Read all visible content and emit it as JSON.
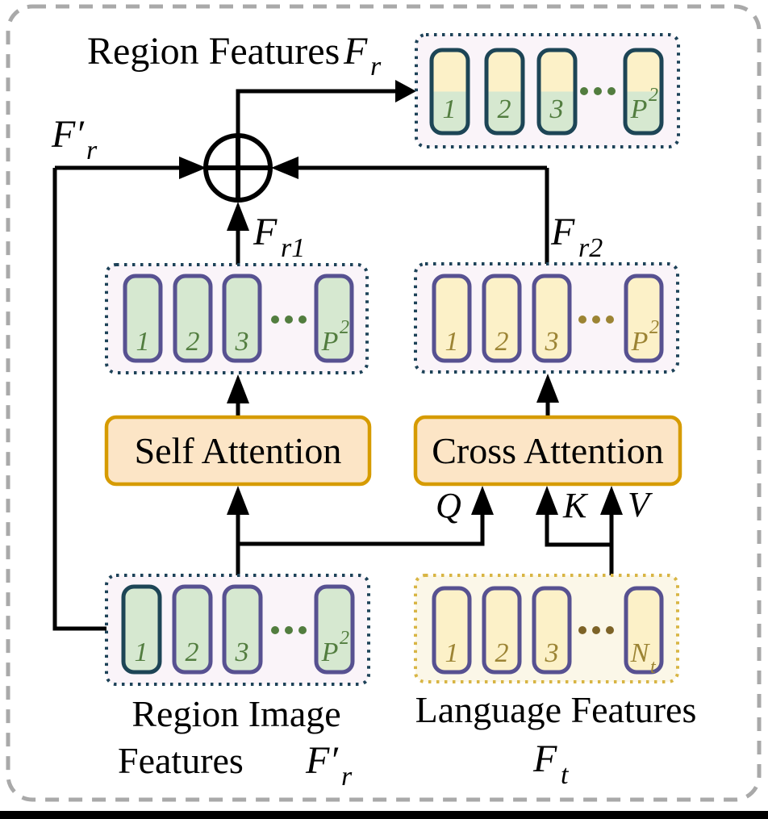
{
  "figure": {
    "title": {
      "text": "Region Features",
      "math": {
        "main": "F",
        "sub": "r"
      }
    },
    "node_labels": {
      "fr_prime": {
        "main": "F′",
        "sub": "r"
      },
      "fr1": {
        "main": "F",
        "sub": "r1"
      },
      "fr2": {
        "main": "F",
        "sub": "r2"
      },
      "q": "Q",
      "k": "K",
      "v": "V"
    },
    "blocks": {
      "self_attention": "Self Attention",
      "cross_attention": "Cross Attention"
    },
    "token_groups": {
      "region_out": {
        "labels": [
          "1",
          "2",
          "3"
        ],
        "ellipsis": "···",
        "last": {
          "main": "P",
          "sup": "2"
        }
      },
      "fr1": {
        "labels": [
          "1",
          "2",
          "3"
        ],
        "ellipsis": "···",
        "last": {
          "main": "P",
          "sup": "2"
        }
      },
      "fr2": {
        "labels": [
          "1",
          "2",
          "3"
        ],
        "ellipsis": "···",
        "last": {
          "main": "P",
          "sup": "2"
        }
      },
      "region_in": {
        "labels": [
          "1",
          "2",
          "3"
        ],
        "ellipsis": "···",
        "last": {
          "main": "P",
          "sup": "2"
        }
      },
      "language": {
        "labels": [
          "1",
          "2",
          "3"
        ],
        "ellipsis": "···",
        "last": {
          "main": "N",
          "sub": "t"
        }
      }
    },
    "captions": {
      "region_in": {
        "line1": "Region Image",
        "line2": "Features",
        "math": {
          "main": "F′",
          "sub": "r"
        }
      },
      "language": {
        "line1": "Language Features",
        "math": {
          "main": "F",
          "sub": "t"
        }
      }
    },
    "colors": {
      "attention_fill": "#fce5c6",
      "attention_border": "#d69b00",
      "token_green_fill": "#d6e8d0",
      "token_yellow_fill": "#fcf1c8",
      "token_border_purple": "#575191",
      "token_border_teal": "#1d4556",
      "dotted_box_navy": "#1d4258",
      "dotted_box_gold": "#d8b544",
      "dotted_box_bg_pink": "#faf4f9",
      "dotted_box_bg_cream": "#fbf7e8",
      "number_green": "#527d3f",
      "number_gold": "#9c8434",
      "outer_dash_gray": "#a9a9a9",
      "line_black": "#000000"
    }
  }
}
